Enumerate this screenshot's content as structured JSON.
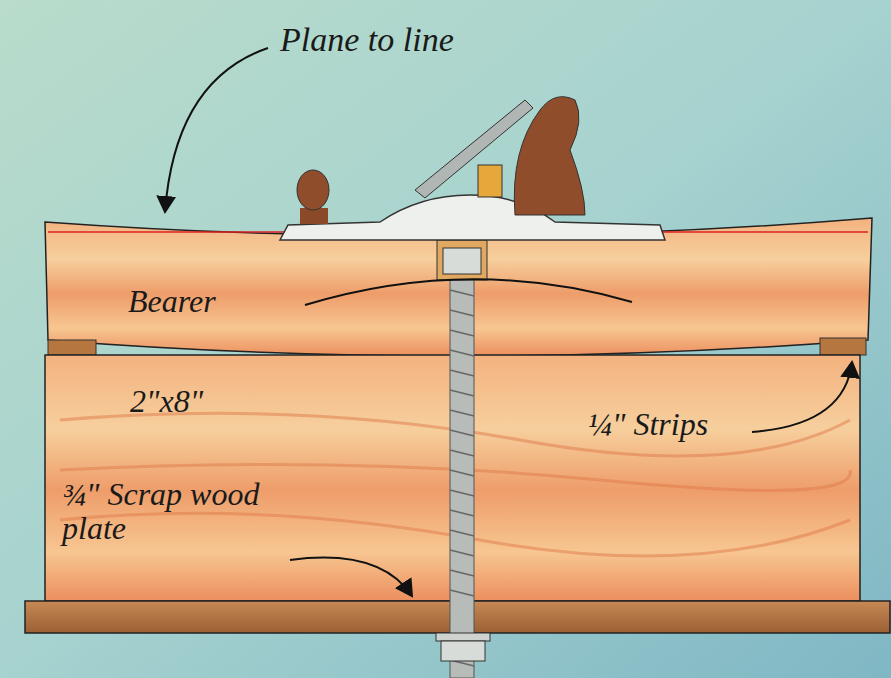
{
  "diagram": {
    "labels": [
      "Plane to line",
      "Bearer",
      "2\"x8\"",
      "¼\" Strips",
      "¾\" Scrap wood plate"
    ]
  }
}
